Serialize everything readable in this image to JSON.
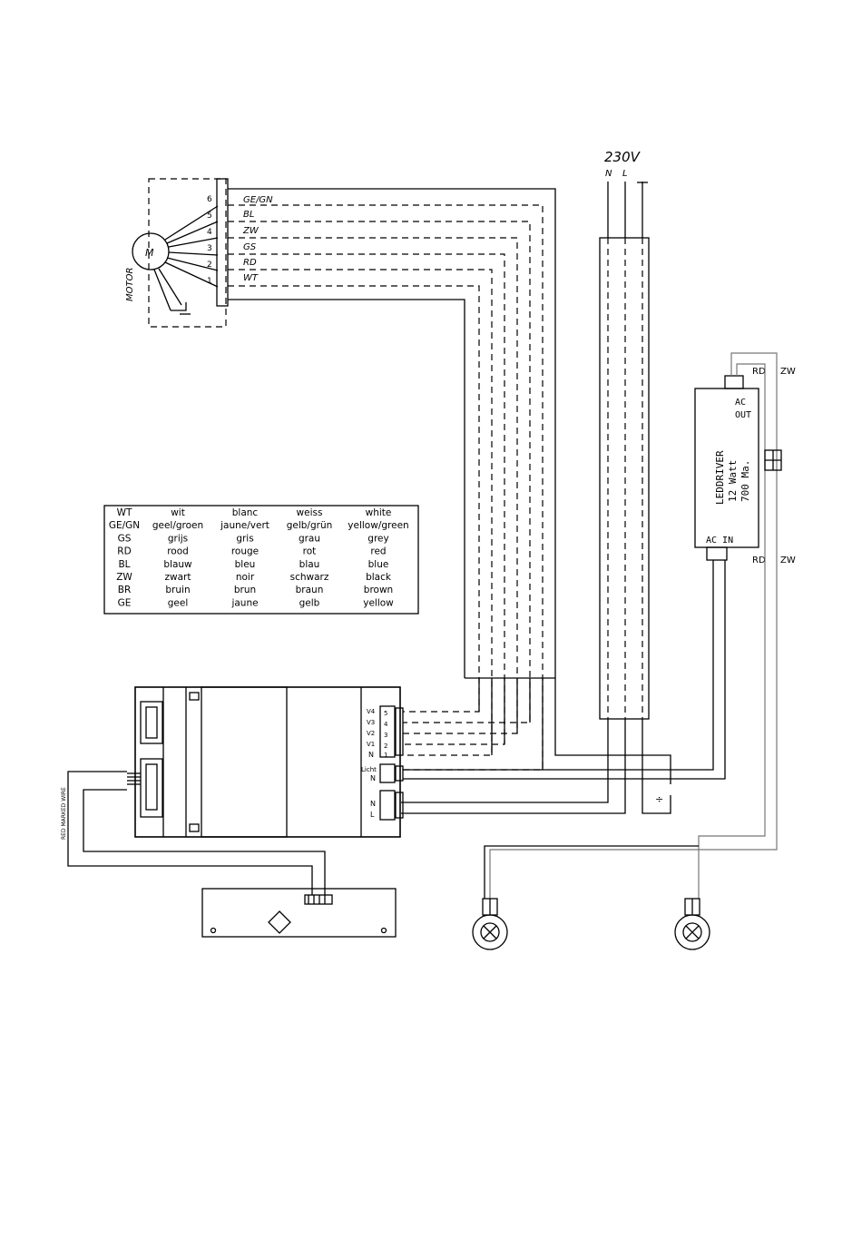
{
  "supply": {
    "voltage": "230V",
    "n": "N",
    "l": "L"
  },
  "motor": {
    "label": "MOTOR",
    "symbol": "M",
    "pins": [
      "6",
      "5",
      "4",
      "3",
      "2",
      "1"
    ],
    "wires": [
      "GE/GN",
      "BL",
      "ZW",
      "GS",
      "RD",
      "WT"
    ]
  },
  "led_driver": {
    "title": "LEDDRIVER",
    "power": "12 Watt",
    "current": "700 Ma.",
    "out_label_1": "AC",
    "out_label_2": "OUT",
    "in_label": "AC IN",
    "wire_rd": "RD",
    "wire_zw": "ZW"
  },
  "controller": {
    "v_pins": [
      "V4",
      "V3",
      "V2",
      "V1"
    ],
    "v_nums": [
      "5",
      "4",
      "3",
      "2",
      "1"
    ],
    "n_label": "N",
    "licht_label": "Licht",
    "l_label": "L",
    "red_wire": "RED MARKED WIRE"
  },
  "color_table": {
    "rows": [
      [
        "WT",
        "wit",
        "blanc",
        "weiss",
        "white"
      ],
      [
        "GE/GN",
        "geel/groen",
        "jaune/vert",
        "gelb/grün",
        "yellow/green"
      ],
      [
        "GS",
        "grijs",
        "gris",
        "grau",
        "grey"
      ],
      [
        "RD",
        "rood",
        "rouge",
        "rot",
        "red"
      ],
      [
        "BL",
        "blauw",
        "bleu",
        "blau",
        "blue"
      ],
      [
        "ZW",
        "zwart",
        "noir",
        "schwarz",
        "black"
      ],
      [
        "BR",
        "bruin",
        "brun",
        "braun",
        "brown"
      ],
      [
        "GE",
        "geel",
        "jaune",
        "gelb",
        "yellow"
      ]
    ]
  }
}
